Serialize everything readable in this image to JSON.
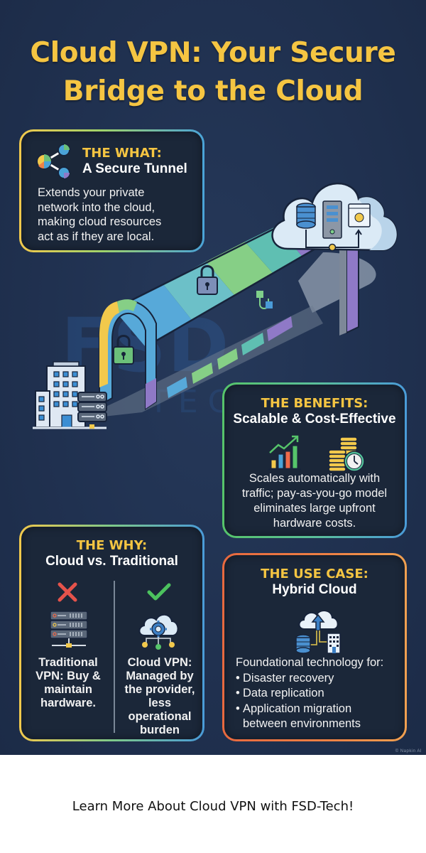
{
  "title": {
    "line1": "Cloud VPN: Your Secure",
    "line2": "Bridge to the Cloud"
  },
  "watermark": {
    "main": "FSD",
    "sub": "TECH"
  },
  "illustration": {
    "left_endpoint": "office-building-with-server-icon",
    "tunnel": "vpn-tunnel-with-locks",
    "right_endpoint": "cloud-with-database-server-app-icon"
  },
  "cards": {
    "what": {
      "icon": "share-network-icon",
      "heading": "THE WHAT:",
      "subheading": "A Secure Tunnel",
      "body_lines": [
        "Extends your private",
        "network into the cloud,",
        "making cloud resources",
        "act as if they are local."
      ],
      "border_colors": [
        "#f2c94c",
        "#9fd36b",
        "#4aa3d8"
      ]
    },
    "benefits": {
      "heading": "THE BENEFITS:",
      "subheading": "Scalable & Cost-Effective",
      "icons": [
        "growth-bar-chart-icon",
        "coins-clock-icon"
      ],
      "body_lines": [
        "Scales automatically with",
        "traffic; pay-as-you-go model",
        "eliminates large upfront",
        "hardware costs."
      ],
      "border_colors": [
        "#56c46a",
        "#4a9bd8"
      ]
    },
    "why": {
      "heading": "THE WHY:",
      "subheading": "Cloud vs. Traditional",
      "left": {
        "status_icon": "x-icon",
        "icon": "server-rack-icon",
        "lines": [
          "Traditional",
          "VPN: Buy &",
          "maintain",
          "hardware."
        ]
      },
      "right": {
        "status_icon": "check-icon",
        "icon": "cloud-gear-icon",
        "lines": [
          "Cloud VPN:",
          "Managed by",
          "the provider,",
          "less",
          "operational",
          "burden"
        ]
      },
      "border_colors": [
        "#f2c94c",
        "#4a9bd8"
      ]
    },
    "usecase": {
      "heading": "THE USE CASE:",
      "subheading": "Hybrid Cloud",
      "icon": "hybrid-cloud-icon",
      "intro": "Foundational technology for:",
      "bullet": "•",
      "items": [
        "Disaster recovery",
        "Data replication",
        "Application migration"
      ],
      "item_continuation": "between environments",
      "border_colors": [
        "#e8693f",
        "#f0a050"
      ]
    }
  },
  "credit": "© Napkin AI",
  "footer": {
    "text": "Learn More About Cloud VPN with FSD-Tech!"
  },
  "colors": {
    "background": "#203150",
    "heading_yellow": "#f5c542",
    "card_fill": "#1b2739",
    "x_red": "#e5534b",
    "check_green": "#4cc25e"
  }
}
